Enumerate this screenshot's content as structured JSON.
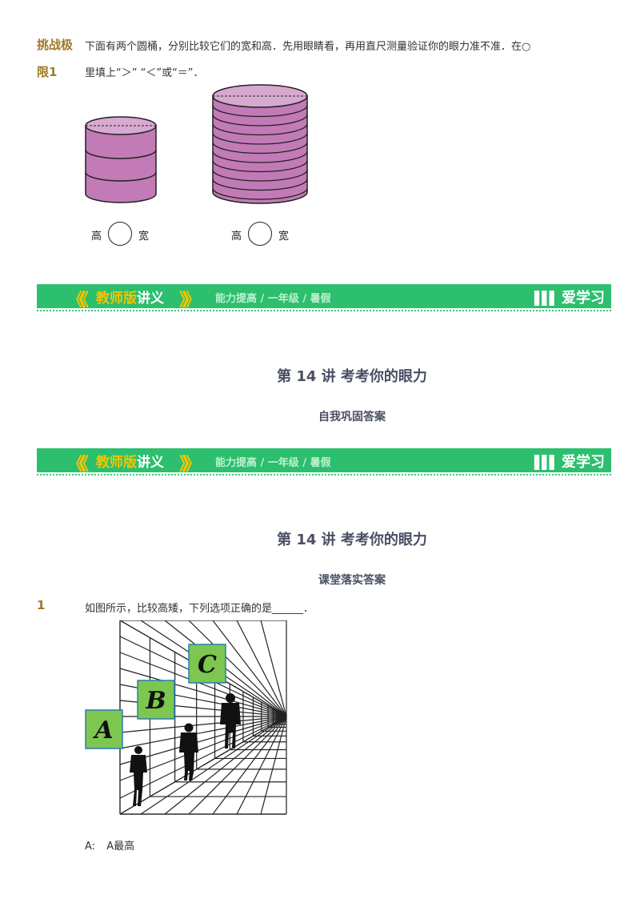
{
  "challenge": {
    "tag_line1": "挑战极",
    "tag_line2": "限1",
    "text_line1": "下面有两个圆桶，分别比较它们的宽和高．先用眼睛看，再用直尺测量验证你的眼力准不准．在○",
    "text_line2": "里填上“＞” “＜”或“＝”．",
    "compare_left": {
      "a": "高",
      "b": "宽"
    },
    "compare_right": {
      "a": "高",
      "b": "宽"
    },
    "cylinder_color": "#c27bb6"
  },
  "banner": {
    "title_a": "教师版",
    "title_b": "讲义",
    "crumb": "能力提高 / 一年级 / 暑假",
    "logo": "爱学习",
    "color": "#2bbf6e"
  },
  "section1": {
    "lecture": "第 14 讲  考考你的眼力",
    "subtitle": "自我巩固答案"
  },
  "section2": {
    "lecture": "第 14 讲  考考你的眼力",
    "subtitle": "课堂落实答案"
  },
  "question1": {
    "number": "1",
    "text": "如图所示，比较高矮，下列选项正确的是______．",
    "labels": [
      "A",
      "B",
      "C"
    ],
    "option_a_prefix": "A:",
    "option_a_text": "A最高"
  }
}
